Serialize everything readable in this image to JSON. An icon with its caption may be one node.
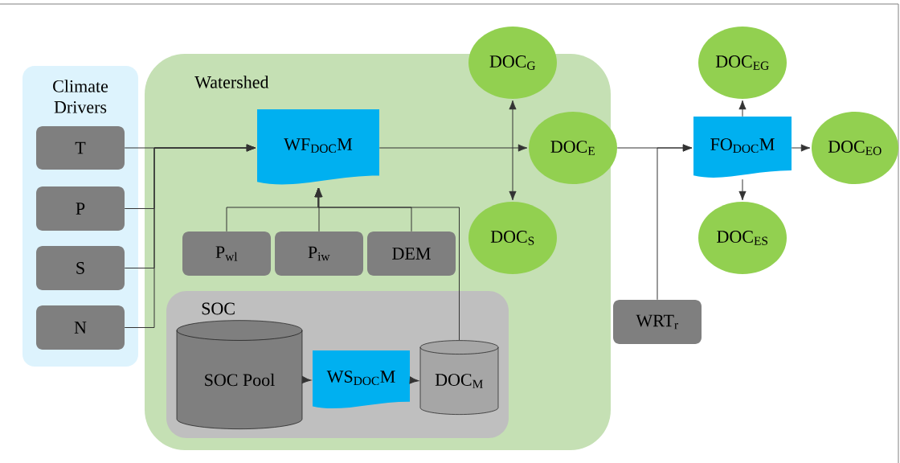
{
  "diagram": {
    "nodes": [
      {
        "text": [
          "Climate Drivers"
        ]
      },
      {
        "text": [
          "T"
        ],
        "in": 0
      },
      {
        "text": [
          "P"
        ],
        "in": 0
      },
      {
        "text": [
          "S"
        ],
        "in": 0
      },
      {
        "text": [
          "N"
        ],
        "in": 0
      },
      {
        "text": [
          "Watershed"
        ]
      },
      {
        "text": [
          "WF$_{DOC}$M"
        ],
        "in": 5
      },
      {
        "text": [
          "P$_{wl}$"
        ],
        "in": 5
      },
      {
        "text": [
          "P$_{iw}$"
        ],
        "in": 5
      },
      {
        "text": [
          "DEM"
        ],
        "in": 5
      },
      {
        "text": [
          "SOC"
        ],
        "in": 5
      },
      {
        "text": [
          "SOC Pool"
        ],
        "in": 10
      },
      {
        "text": [
          "WS$_{DOC}$M"
        ],
        "in": 10
      },
      {
        "text": [
          "DOC$_{M}$"
        ],
        "in": 10
      },
      {
        "text": [
          "DOC$_{G}$"
        ]
      },
      {
        "text": [
          "DOC$_{E}$"
        ]
      },
      {
        "text": [
          "DOC$_{S}$"
        ],
        "in": 5
      },
      {
        "text": [
          "FO$_{DOC}$M"
        ]
      },
      {
        "text": [
          "DOC$_{EG}$"
        ]
      },
      {
        "text": [
          "DOC$_{ES}$"
        ]
      },
      {
        "text": [
          "DOC$_{EO}$"
        ]
      },
      {
        "text": [
          "WRT$_{r}$"
        ]
      }
    ],
    "edges": [
      {
        "from": 1,
        "to": 6,
        "arrow": "to"
      },
      {
        "from": 2,
        "to": 6,
        "arrow": "to"
      },
      {
        "from": 3,
        "to": 6,
        "arrow": "to"
      },
      {
        "from": 4,
        "to": 6,
        "arrow": "to"
      },
      {
        "from": 7,
        "to": 6,
        "arrow": "to"
      },
      {
        "from": 8,
        "to": 6,
        "arrow": "to"
      },
      {
        "from": 9,
        "to": 6,
        "arrow": "to"
      },
      {
        "from": 13,
        "to": 6,
        "arrow": "to"
      },
      {
        "from": 11,
        "to": 12,
        "arrow": "to"
      },
      {
        "from": 12,
        "to": 13,
        "arrow": "to"
      },
      {
        "from": 6,
        "to": 15,
        "arrow": "to"
      },
      {
        "from": 14,
        "to": 16,
        "arrow": "both"
      },
      {
        "from": 15,
        "to": 17,
        "arrow": "to"
      },
      {
        "from": 21,
        "to": 17,
        "arrow": "to"
      },
      {
        "from": 17,
        "to": 18,
        "arrow": "to"
      },
      {
        "from": 17,
        "to": 19,
        "arrow": "to"
      },
      {
        "from": 17,
        "to": 20,
        "arrow": "to"
      }
    ]
  }
}
